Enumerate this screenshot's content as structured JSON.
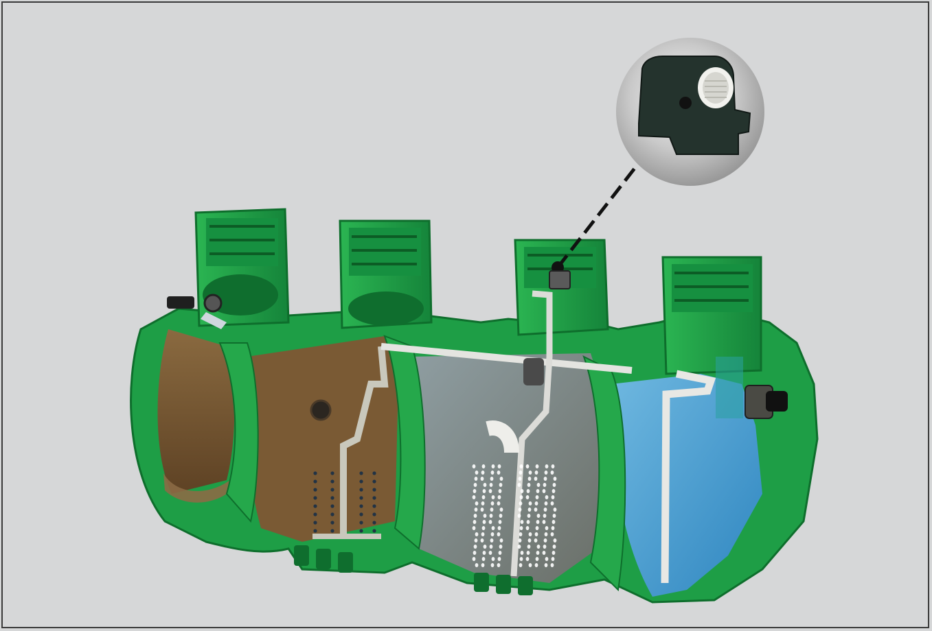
{
  "figure": {
    "subject": "septic-treatment-tank-cutaway",
    "colors": {
      "background": "#d6d7d8",
      "frame_border": "#3a3a3a",
      "tank_green": "#1e9e46",
      "tank_green_dark": "#117a33",
      "tank_green_light": "#3fc463",
      "sludge_brown": "#6b4b2a",
      "settling_brown": "#7a5a34",
      "aeration_grey": "#7d8a8c",
      "clear_water_blue": "#4a9ed0",
      "pipe_white": "#e4e4e0",
      "inset_gradient_center": "#f4f4f4",
      "inset_gradient_edge": "#8f8f8f",
      "alarm_unit": "#263630"
    },
    "chambers": [
      {
        "name": "primary-sludge-chamber",
        "fill": "#6b4b2a"
      },
      {
        "name": "settling-chamber",
        "fill": "#7a5a34"
      },
      {
        "name": "aeration-chamber",
        "fill": "#7d8a8c"
      },
      {
        "name": "clarifier-chamber",
        "fill": "#4a9ed0"
      }
    ],
    "icons": [
      "alarm-unit-icon",
      "callout-line",
      "inlet-pipe-icon",
      "outlet-pipe-icon"
    ]
  }
}
